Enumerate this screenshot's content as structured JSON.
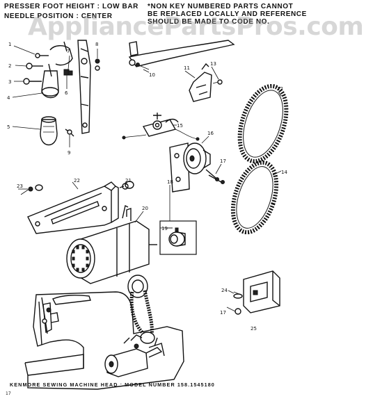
{
  "header": {
    "left_line1": "PRESSER FOOT HEIGHT : LOW BAR",
    "left_line2": "NEEDLE POSITION : CENTER",
    "right_line1": "*NON KEY NUMBERED PARTS CANNOT",
    "right_line2": "BE REPLACED LOCALLY AND REFERENCE",
    "right_line3": "SHOULD BE MADE TO CODE NO."
  },
  "watermark": "AppliancePartsPros.com",
  "footer": {
    "caption": "KENMORE SEWING MACHINE HEAD : MODEL NUMBER 158.1545180",
    "page_mark": "17"
  },
  "callouts": {
    "c1": "1",
    "c2": "2",
    "c3": "3",
    "c4": "4",
    "c5": "5",
    "c6": "6",
    "c7": "7",
    "c8": "8",
    "c9": "9",
    "c10": "10",
    "c11": "11",
    "c12": "12",
    "c13": "13",
    "c14": "14",
    "c15": "15",
    "c16": "16",
    "c17a": "17",
    "c17b": "17",
    "c18": "18",
    "c19": "19",
    "c20": "20",
    "c21": "21",
    "c22": "22",
    "c23": "23",
    "c24": "24",
    "c25": "25"
  }
}
